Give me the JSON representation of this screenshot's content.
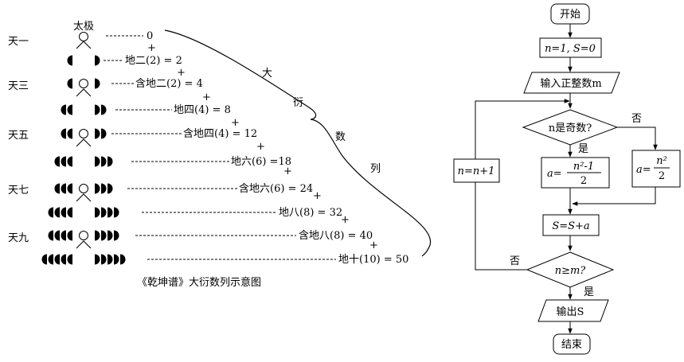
{
  "left": {
    "taiji": "太极",
    "heaven": [
      "天一",
      "天三",
      "天五",
      "天七",
      "天九"
    ],
    "rows": [
      {
        "text": "0"
      },
      {
        "text": "地二(2) = 2"
      },
      {
        "text": "含地二(2) = 4"
      },
      {
        "text": "地四(4) = 8"
      },
      {
        "text": "含地四(4) = 12"
      },
      {
        "text": "地六(6) =18"
      },
      {
        "text": "含地六(6) = 24"
      },
      {
        "text": "地八(8) = 32"
      },
      {
        "text": "含地八(8) = 40"
      },
      {
        "text": "地十(10) = 50"
      }
    ],
    "plus": "+",
    "brace_chars": [
      "大",
      "衍",
      "数",
      "列"
    ],
    "caption": "《乾坤谱》大衍数列示意图"
  },
  "flow": {
    "start": "开始",
    "init": "n=1, S=0",
    "input": "输入正整数m",
    "cond1": "n是奇数?",
    "yes": "是",
    "no": "否",
    "odd_lhs": "a=",
    "odd_num": "n²-1",
    "odd_den": "2",
    "even_lhs": "a=",
    "even_num": "n²",
    "even_den": "2",
    "sum": "S=S+a",
    "inc": "n=n+1",
    "cond2": "n≥m?",
    "output": "输出S",
    "end": "结束"
  }
}
